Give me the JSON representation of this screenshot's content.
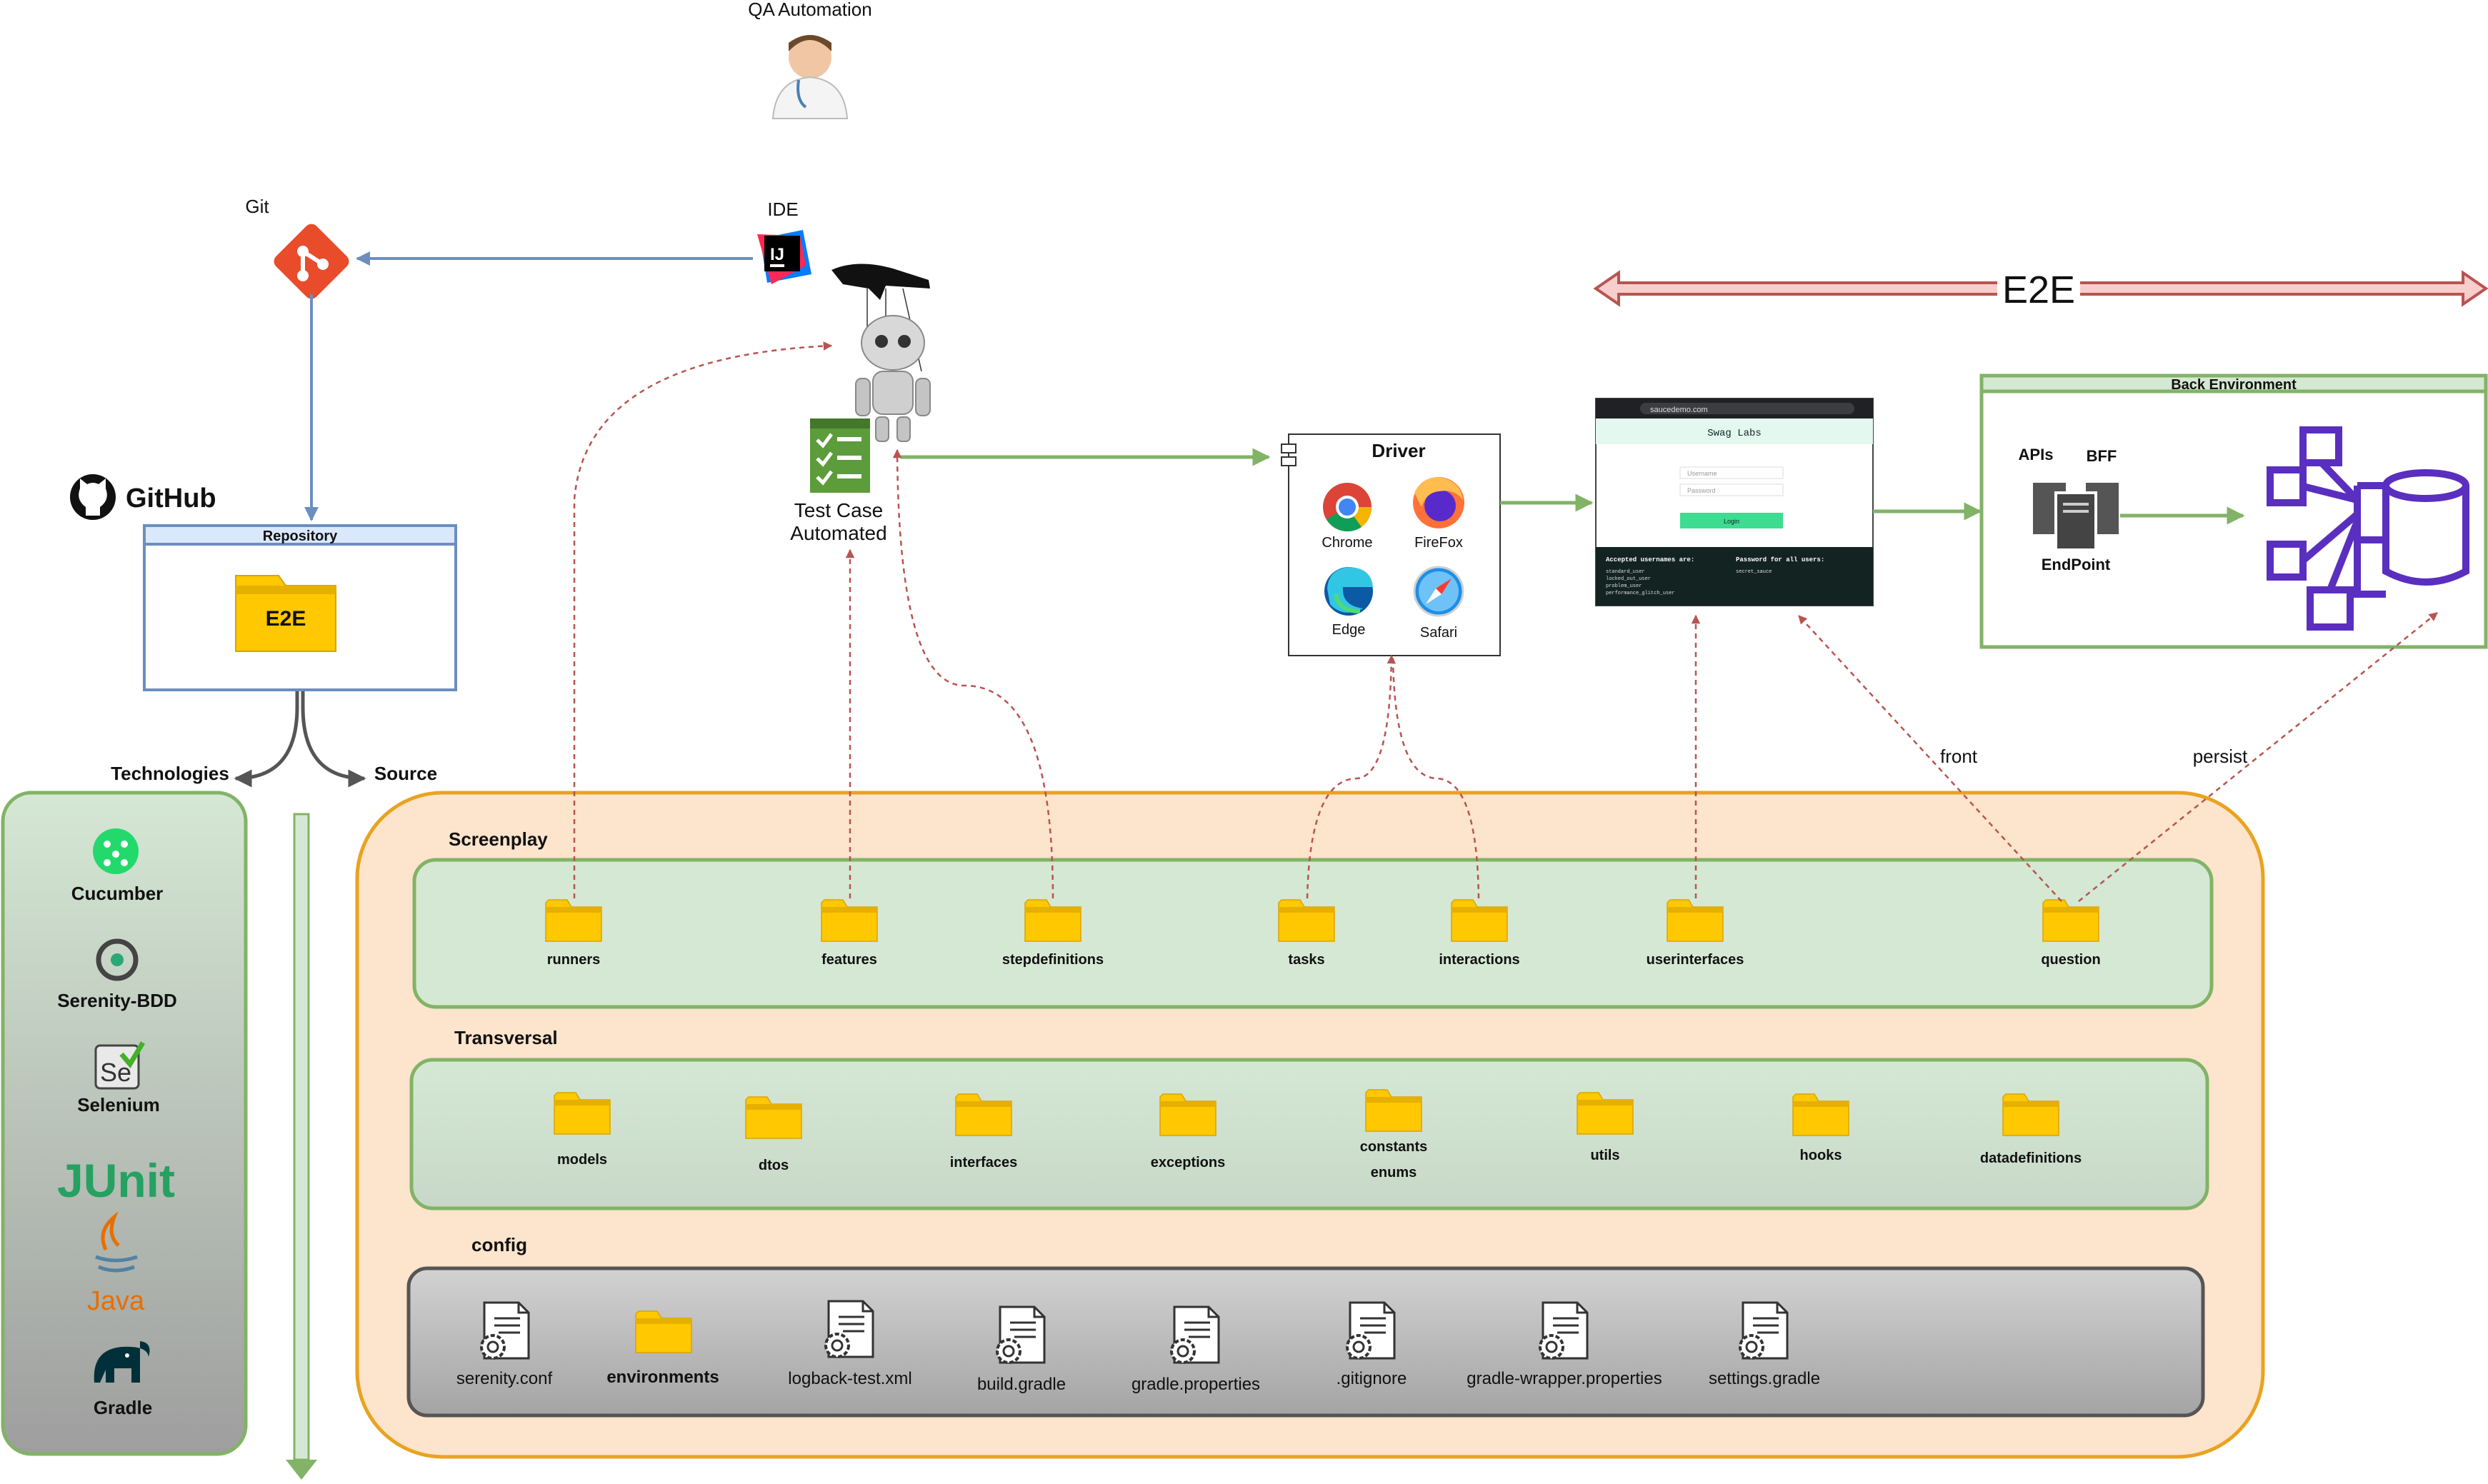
{
  "actor": {
    "label": "QA Automation"
  },
  "git": {
    "label": "Git"
  },
  "ide": {
    "label": "IDE",
    "icon_text": "IJ"
  },
  "github": {
    "label": "GitHub"
  },
  "repository": {
    "title": "Repository",
    "folder": "E2E"
  },
  "branches": {
    "technologies": "Technologies",
    "source": "Source"
  },
  "test_case": {
    "line1": "Test Case",
    "line2": "Automated"
  },
  "driver": {
    "title": "Driver",
    "browsers": [
      {
        "name": "Chrome",
        "icon": "chrome-icon"
      },
      {
        "name": "FireFox",
        "icon": "firefox-icon"
      },
      {
        "name": "Edge",
        "icon": "edge-icon"
      },
      {
        "name": "Safari",
        "icon": "safari-icon"
      }
    ]
  },
  "e2e": {
    "label": "E2E"
  },
  "web": {
    "url": "saucedemo.com",
    "title": "Swag Labs",
    "username": "Username",
    "password": "Password",
    "button": "Login",
    "accepted_title": "Accepted usernames are:",
    "accepted_users": [
      "standard_user",
      "locked_out_user",
      "problem_user",
      "performance_glitch_user"
    ],
    "password_title": "Password for all users:",
    "password_value": "secret_sauce"
  },
  "back": {
    "title": "Back Environment",
    "apis": "APIs",
    "bff": "BFF",
    "endpoint": "EndPoint"
  },
  "arrows": {
    "front": "front",
    "persist": "persist"
  },
  "technologies": [
    "Cucumber",
    "Serenity-BDD",
    "Selenium",
    "JUnit",
    "Java",
    "Gradle"
  ],
  "icon_text": {
    "selenium": "Se"
  },
  "screenplay": {
    "title": "Screenplay",
    "folders": [
      "runners",
      "features",
      "stepdefinitions",
      "tasks",
      "interactions",
      "userinterfaces",
      "question"
    ]
  },
  "transversal": {
    "title": "Transversal",
    "folders": [
      "models",
      "dtos",
      "interfaces",
      "exceptions",
      "constants",
      "enums",
      "utils",
      "hooks",
      "datadefinitions"
    ]
  },
  "config": {
    "title": "config",
    "items": [
      "serenity.conf",
      "environments",
      "logback-test.xml",
      "build.gradle",
      "gradle.properties",
      ".gitignore",
      "gradle-wrapper.properties",
      "settings.gradle"
    ]
  },
  "colors": {
    "green_arrow": "#82b366",
    "blue_line": "#6c8ebf",
    "red_dash": "#b85450",
    "folder": "#ffc800",
    "orange_box": "#fde4cc",
    "orange_border": "#e8a320",
    "green_box": "#d5e8d4",
    "gray_box": "#b5b5b5"
  }
}
